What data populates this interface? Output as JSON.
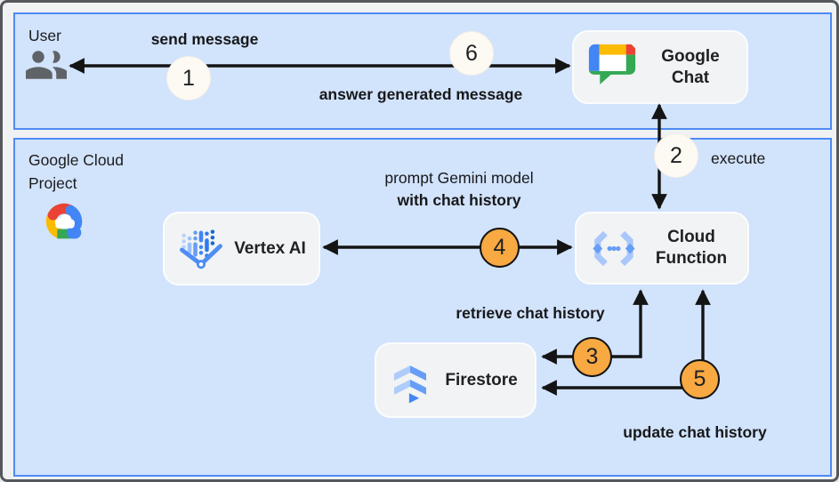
{
  "panels": {
    "user": {
      "title": "User"
    },
    "gcp": {
      "title": "Google Cloud Project"
    }
  },
  "nodes": {
    "google_chat": {
      "label": "Google Chat",
      "icon": "google-chat-logo"
    },
    "vertex_ai": {
      "label": "Vertex AI",
      "icon": "vertex-ai-icon"
    },
    "cloud_function": {
      "label": "Cloud Function",
      "icon": "cloud-functions-icon"
    },
    "firestore": {
      "label": "Firestore",
      "icon": "firestore-icon"
    }
  },
  "actors": {
    "user": {
      "icon": "people-icon"
    },
    "gcp": {
      "icon": "google-cloud-logo"
    }
  },
  "steps": [
    {
      "num": "1",
      "label": "send message"
    },
    {
      "num": "2",
      "label": "execute"
    },
    {
      "num": "3",
      "label": "retrieve chat history"
    },
    {
      "num": "4",
      "label": "prompt Gemini model",
      "label_bold": "with chat history"
    },
    {
      "num": "5",
      "label": "update chat history"
    },
    {
      "num": "6",
      "label": "answer generated message"
    }
  ],
  "colors": {
    "panel_fill": "#d2e3fc",
    "panel_border": "#4e8af4",
    "node_fill": "#f1f3f4",
    "badge_white": "#fdfaf3",
    "badge_orange": "#f8a942",
    "arrow": "#141414",
    "google_blue": "#4285f4",
    "google_red": "#ea4335",
    "google_yellow": "#fbbc04",
    "google_green": "#34a853",
    "icon_gray": "#5f6368"
  }
}
